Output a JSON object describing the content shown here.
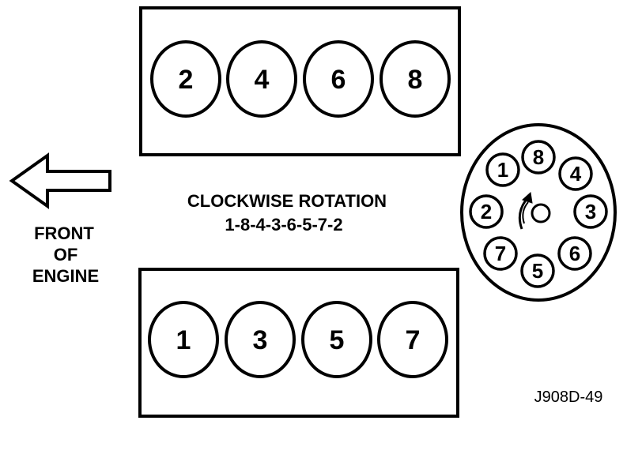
{
  "top_bank": {
    "cylinders": [
      "2",
      "4",
      "6",
      "8"
    ]
  },
  "bottom_bank": {
    "cylinders": [
      "1",
      "3",
      "5",
      "7"
    ]
  },
  "front_label": {
    "line1": "FRONT",
    "line2": "OF",
    "line3": "ENGINE"
  },
  "rotation": {
    "title": "CLOCKWISE ROTATION",
    "firing_order": "1-8-4-3-6-5-7-2"
  },
  "distributor": {
    "terminals": [
      "1",
      "8",
      "4",
      "3",
      "6",
      "5",
      "7",
      "2"
    ]
  },
  "figure_code": "J908D-49",
  "colors": {
    "ink": "#000000",
    "paper": "#ffffff"
  }
}
